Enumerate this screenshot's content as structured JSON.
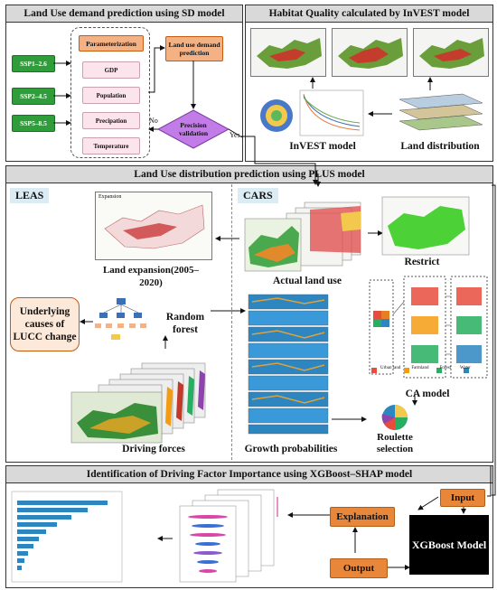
{
  "sd": {
    "title": "Land Use demand prediction using SD model",
    "ssp": [
      "SSP1–2.6",
      "SSP2–4.5",
      "SSP5–8.5"
    ],
    "param_title": "Parameterization",
    "params": [
      "GDP",
      "Population",
      "Precipation",
      "Temperature"
    ],
    "demand": "Land use demand prediction",
    "precision": "Precision validation",
    "no": "No",
    "yes": "Yes"
  },
  "invest": {
    "title": "Habitat Quality calculated by InVEST model",
    "model_label": "InVEST model",
    "land_label": "Land distribution"
  },
  "plus": {
    "title": "Land Use distribution prediction using PLUS model",
    "leas": "LEAS",
    "cars": "CARS",
    "expansion_thumb": "Expansion",
    "land_expansion": "Land expansion(2005–2020)",
    "underlying": "Underlying causes of LUCC change",
    "random_forest": "Random forest",
    "driving": "Driving forces",
    "actual": "Actual land use",
    "restrict": "Restrict",
    "growth": "Growth probabilities",
    "roulette": "Roulette selection",
    "ca_model": "CA model",
    "legend": [
      "Urban land",
      "Farmland",
      "Forest",
      "Water"
    ]
  },
  "xgb": {
    "title": "Identification of Driving Factor Importance using XGBoost–SHAP model",
    "input": "Input",
    "model": "XGBoost Model",
    "output": "Output",
    "explanation": "Explanation"
  },
  "colors": {
    "green_box": "#2f9e3a",
    "orange_box": "#f4b183",
    "header_gray": "#d9d9d9",
    "precision_purple": "#c27ce8",
    "underlying_bg": "#fde9d9",
    "xgb_black": "#000000"
  }
}
